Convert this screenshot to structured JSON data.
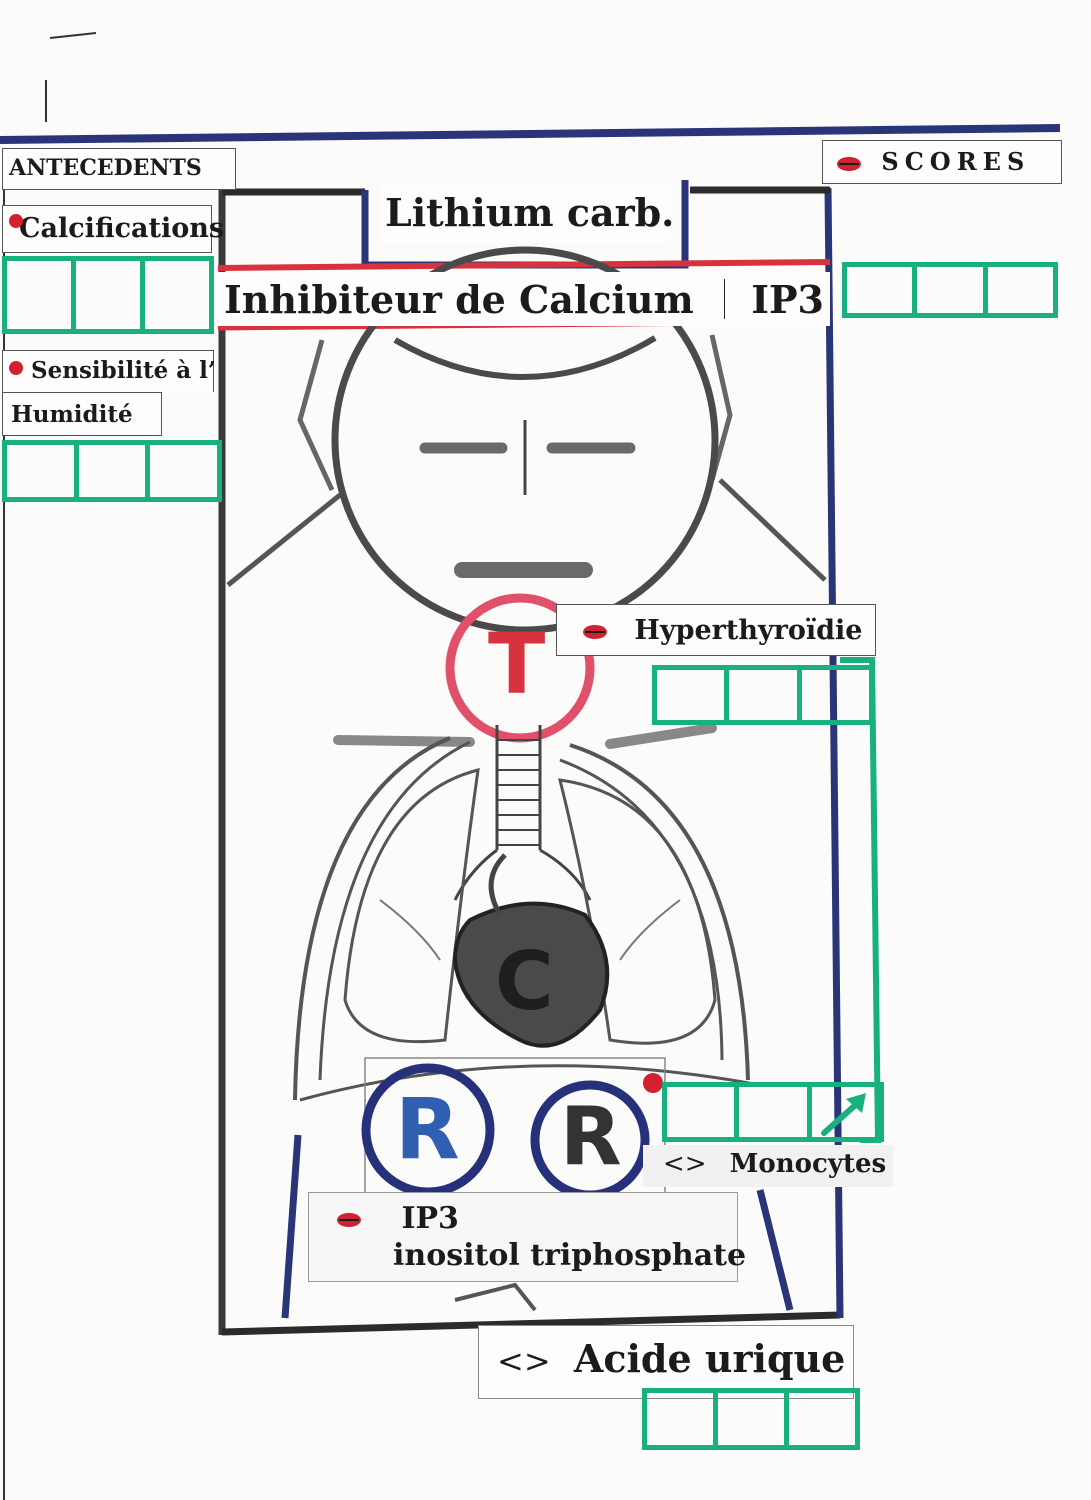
{
  "labels": {
    "antecedents": "ANTECEDENTS",
    "scores": "SCORES",
    "calcifications": "Calcifications",
    "lithium": "Lithium carb.",
    "inhibiteur": "Inhibiteur de Calcium",
    "ip3_top": "IP3",
    "sensibilite": "Sensibilité à l’",
    "humidite": "Humidité",
    "hyperthyroidie": "Hyperthyroïdie",
    "monocytes": "Monocytes",
    "monocytes_prefix": "<>",
    "ip3_bottom": "IP3",
    "inositol": "inositol triphosphate",
    "acide_prefix": "<>",
    "acide": "Acide urique"
  },
  "letters": {
    "throat": "T",
    "heart": "C",
    "kidney_left": "R",
    "kidney_right": "R"
  },
  "icons": {
    "red_dot": "red-dot-icon",
    "lips": "lips-icon",
    "arrow": "arrow-up-right-icon"
  },
  "colors": {
    "navy": "#2a3578",
    "green": "#19b07f",
    "red": "#d8323f",
    "pink": "#e0506a",
    "gray": "#555555",
    "dark": "#2a2a2a"
  }
}
